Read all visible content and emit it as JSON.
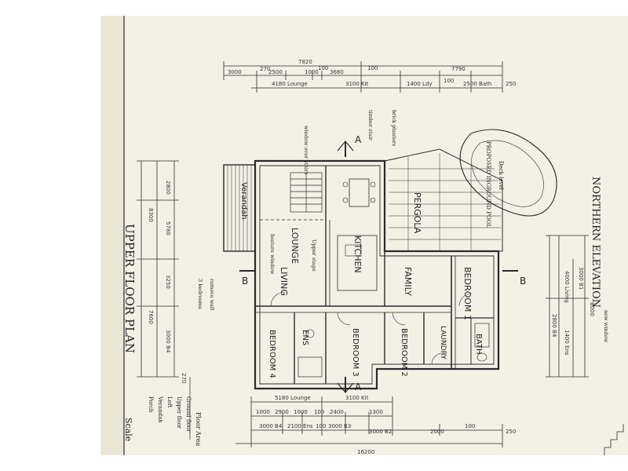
{
  "sheet": {
    "colors": {
      "paper": "#f3f1e4",
      "ink": "#2b2b2b",
      "margin": "#ffffff"
    }
  },
  "plan_title": "UPPER FLOOR PLAN",
  "elevation_title": "NORTHERN ELEVATION",
  "scale_label": "Scale",
  "floor_area": {
    "title": "Floor Area",
    "lines": [
      "Ground floor",
      "Upper floor",
      "Loft",
      "Verandah",
      "Porch"
    ]
  },
  "rooms": {
    "verandah": "Verandah",
    "lounge": "LOUNGE",
    "living": "LIVING",
    "kitchen": "KITCHEN",
    "family": "FAMILY",
    "pergola": "PERGOLA",
    "bedroom1": "BEDROOM 1",
    "bedroom2": "BEDROOM 2",
    "bedroom3": "BEDROOM 3",
    "bedroom4": "BEDROOM 4",
    "ens": "ENS",
    "bath": "BATH",
    "laundry": "LAUNDRY",
    "pool": "PROPOSED INGROUND POOL",
    "deck": "Deck level"
  },
  "section_marks": {
    "a": "A",
    "b": "B"
  },
  "dimensions": {
    "top_overall": "7820",
    "top_right": "7790",
    "top_row1": [
      "3000",
      "270",
      "2500",
      "1000",
      "100",
      "3680",
      "100"
    ],
    "top_row2": [
      "4180 Lounge",
      "3100 Kit",
      "1400 Ldy",
      "100",
      "2500 Bath",
      "250"
    ],
    "bottom_row1": [
      "5180 Lounge",
      "3100 Kit"
    ],
    "bottom_row2": [
      "1000",
      "2900",
      "1000",
      "100",
      "2400",
      "1300"
    ],
    "bottom_row3": [
      "3000 B4",
      "2100 Ens",
      "100",
      "3000 B3",
      "3000 B2",
      "2000",
      "100",
      "250"
    ],
    "bottom_overall": "16200",
    "left_values": [
      "2800",
      "5780",
      "8300",
      "3250",
      "3000 B4",
      "7600",
      "270"
    ],
    "right_values": [
      "8000",
      "3000 B1",
      "4000 Living",
      "2800 B4",
      "1400 Ens"
    ]
  },
  "notes": [
    "window over stairs",
    "timber stair",
    "brick planters",
    "feature window",
    "Upper stage",
    "remove wall",
    "3 bedrooms",
    "new window"
  ]
}
